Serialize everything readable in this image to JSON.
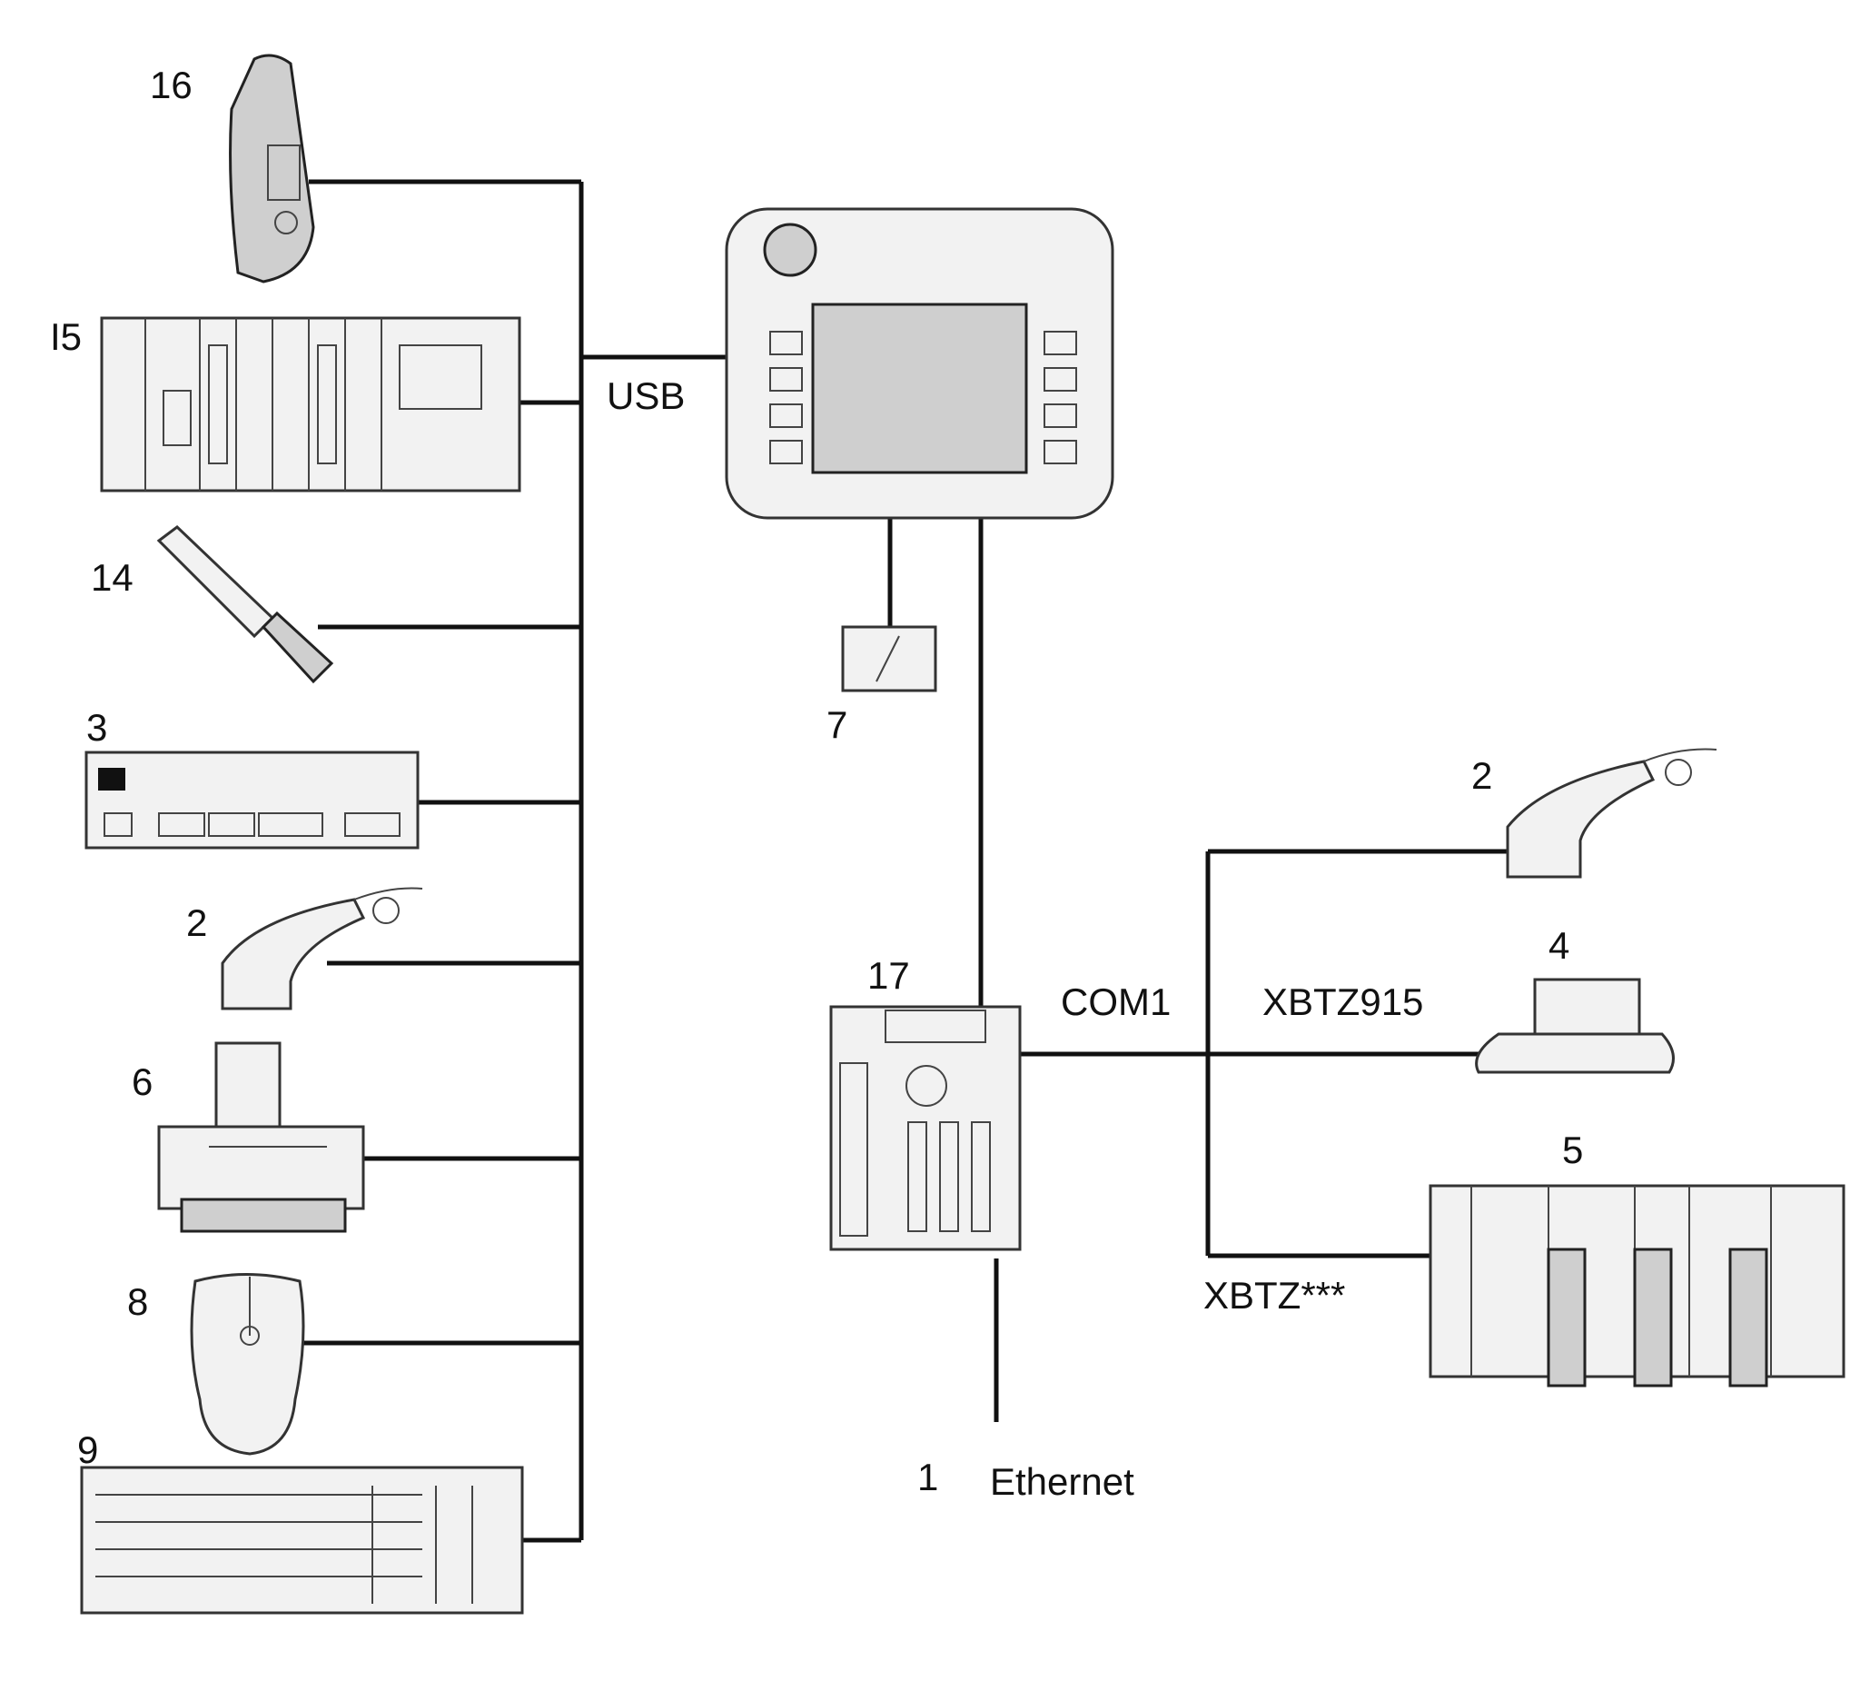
{
  "diagram": {
    "connection_labels": {
      "usb": "USB",
      "com1": "COM1",
      "xbtz915": "XBTZ915",
      "xbtz_other": "XBTZ***",
      "ethernet": "Ethernet"
    },
    "devices": {
      "d16": "16",
      "d15": "I5",
      "d14": "14",
      "d3": "3",
      "d2_left": "2",
      "d6": "6",
      "d8": "8",
      "d9": "9",
      "d7": "7",
      "d17": "17",
      "d2_right": "2",
      "d4": "4",
      "d5": "5",
      "d1": "1"
    }
  }
}
